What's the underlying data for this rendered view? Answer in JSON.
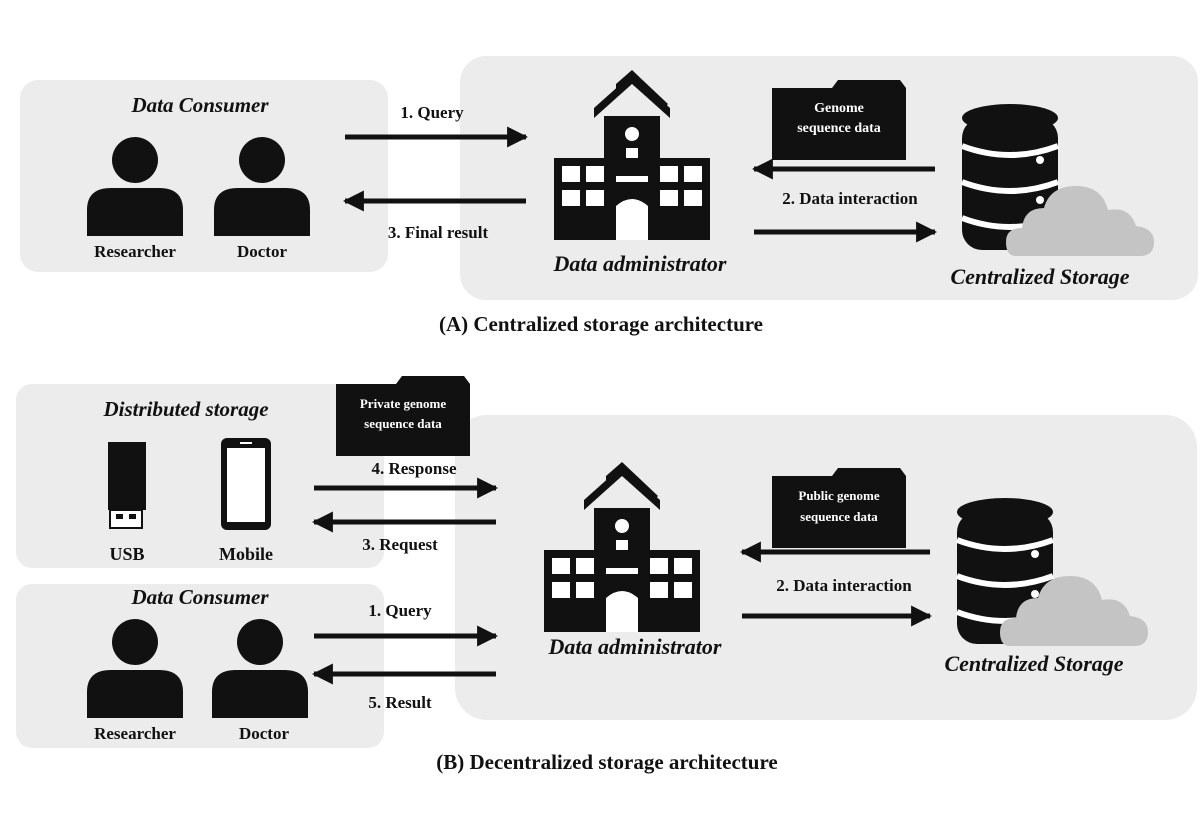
{
  "top": {
    "consumer_title": "Data Consumer",
    "researcher": "Researcher",
    "doctor": "Doctor",
    "query": "1. Query",
    "final_result": "3. Final result",
    "admin": "Data administrator",
    "folder_line1": "Genome",
    "folder_line2": "sequence data",
    "interaction": "2. Data interaction",
    "storage": "Centralized Storage",
    "caption": "(A) Centralized storage architecture"
  },
  "bottom": {
    "dist_title": "Distributed storage",
    "usb": "USB",
    "mobile": "Mobile",
    "private_line1": "Private genome",
    "private_line2": "sequence data",
    "response": "4. Response",
    "request": "3. Request",
    "consumer_title": "Data Consumer",
    "researcher": "Researcher",
    "doctor": "Doctor",
    "query": "1. Query",
    "result": "5. Result",
    "admin": "Data administrator",
    "public_line1": "Public genome",
    "public_line2": "sequence data",
    "interaction": "2. Data interaction",
    "storage": "Centralized Storage",
    "caption": "(B) Decentralized storage architecture"
  },
  "icons": {
    "person": "person-icon",
    "building": "school-building-icon",
    "database": "database-icon",
    "cloud": "cloud-icon",
    "folder": "folder-icon",
    "usb": "usb-drive-icon",
    "mobile": "mobile-phone-icon"
  },
  "colors": {
    "panel": "#ececec",
    "ink": "#111111",
    "cloud": "#c4c4c4"
  }
}
